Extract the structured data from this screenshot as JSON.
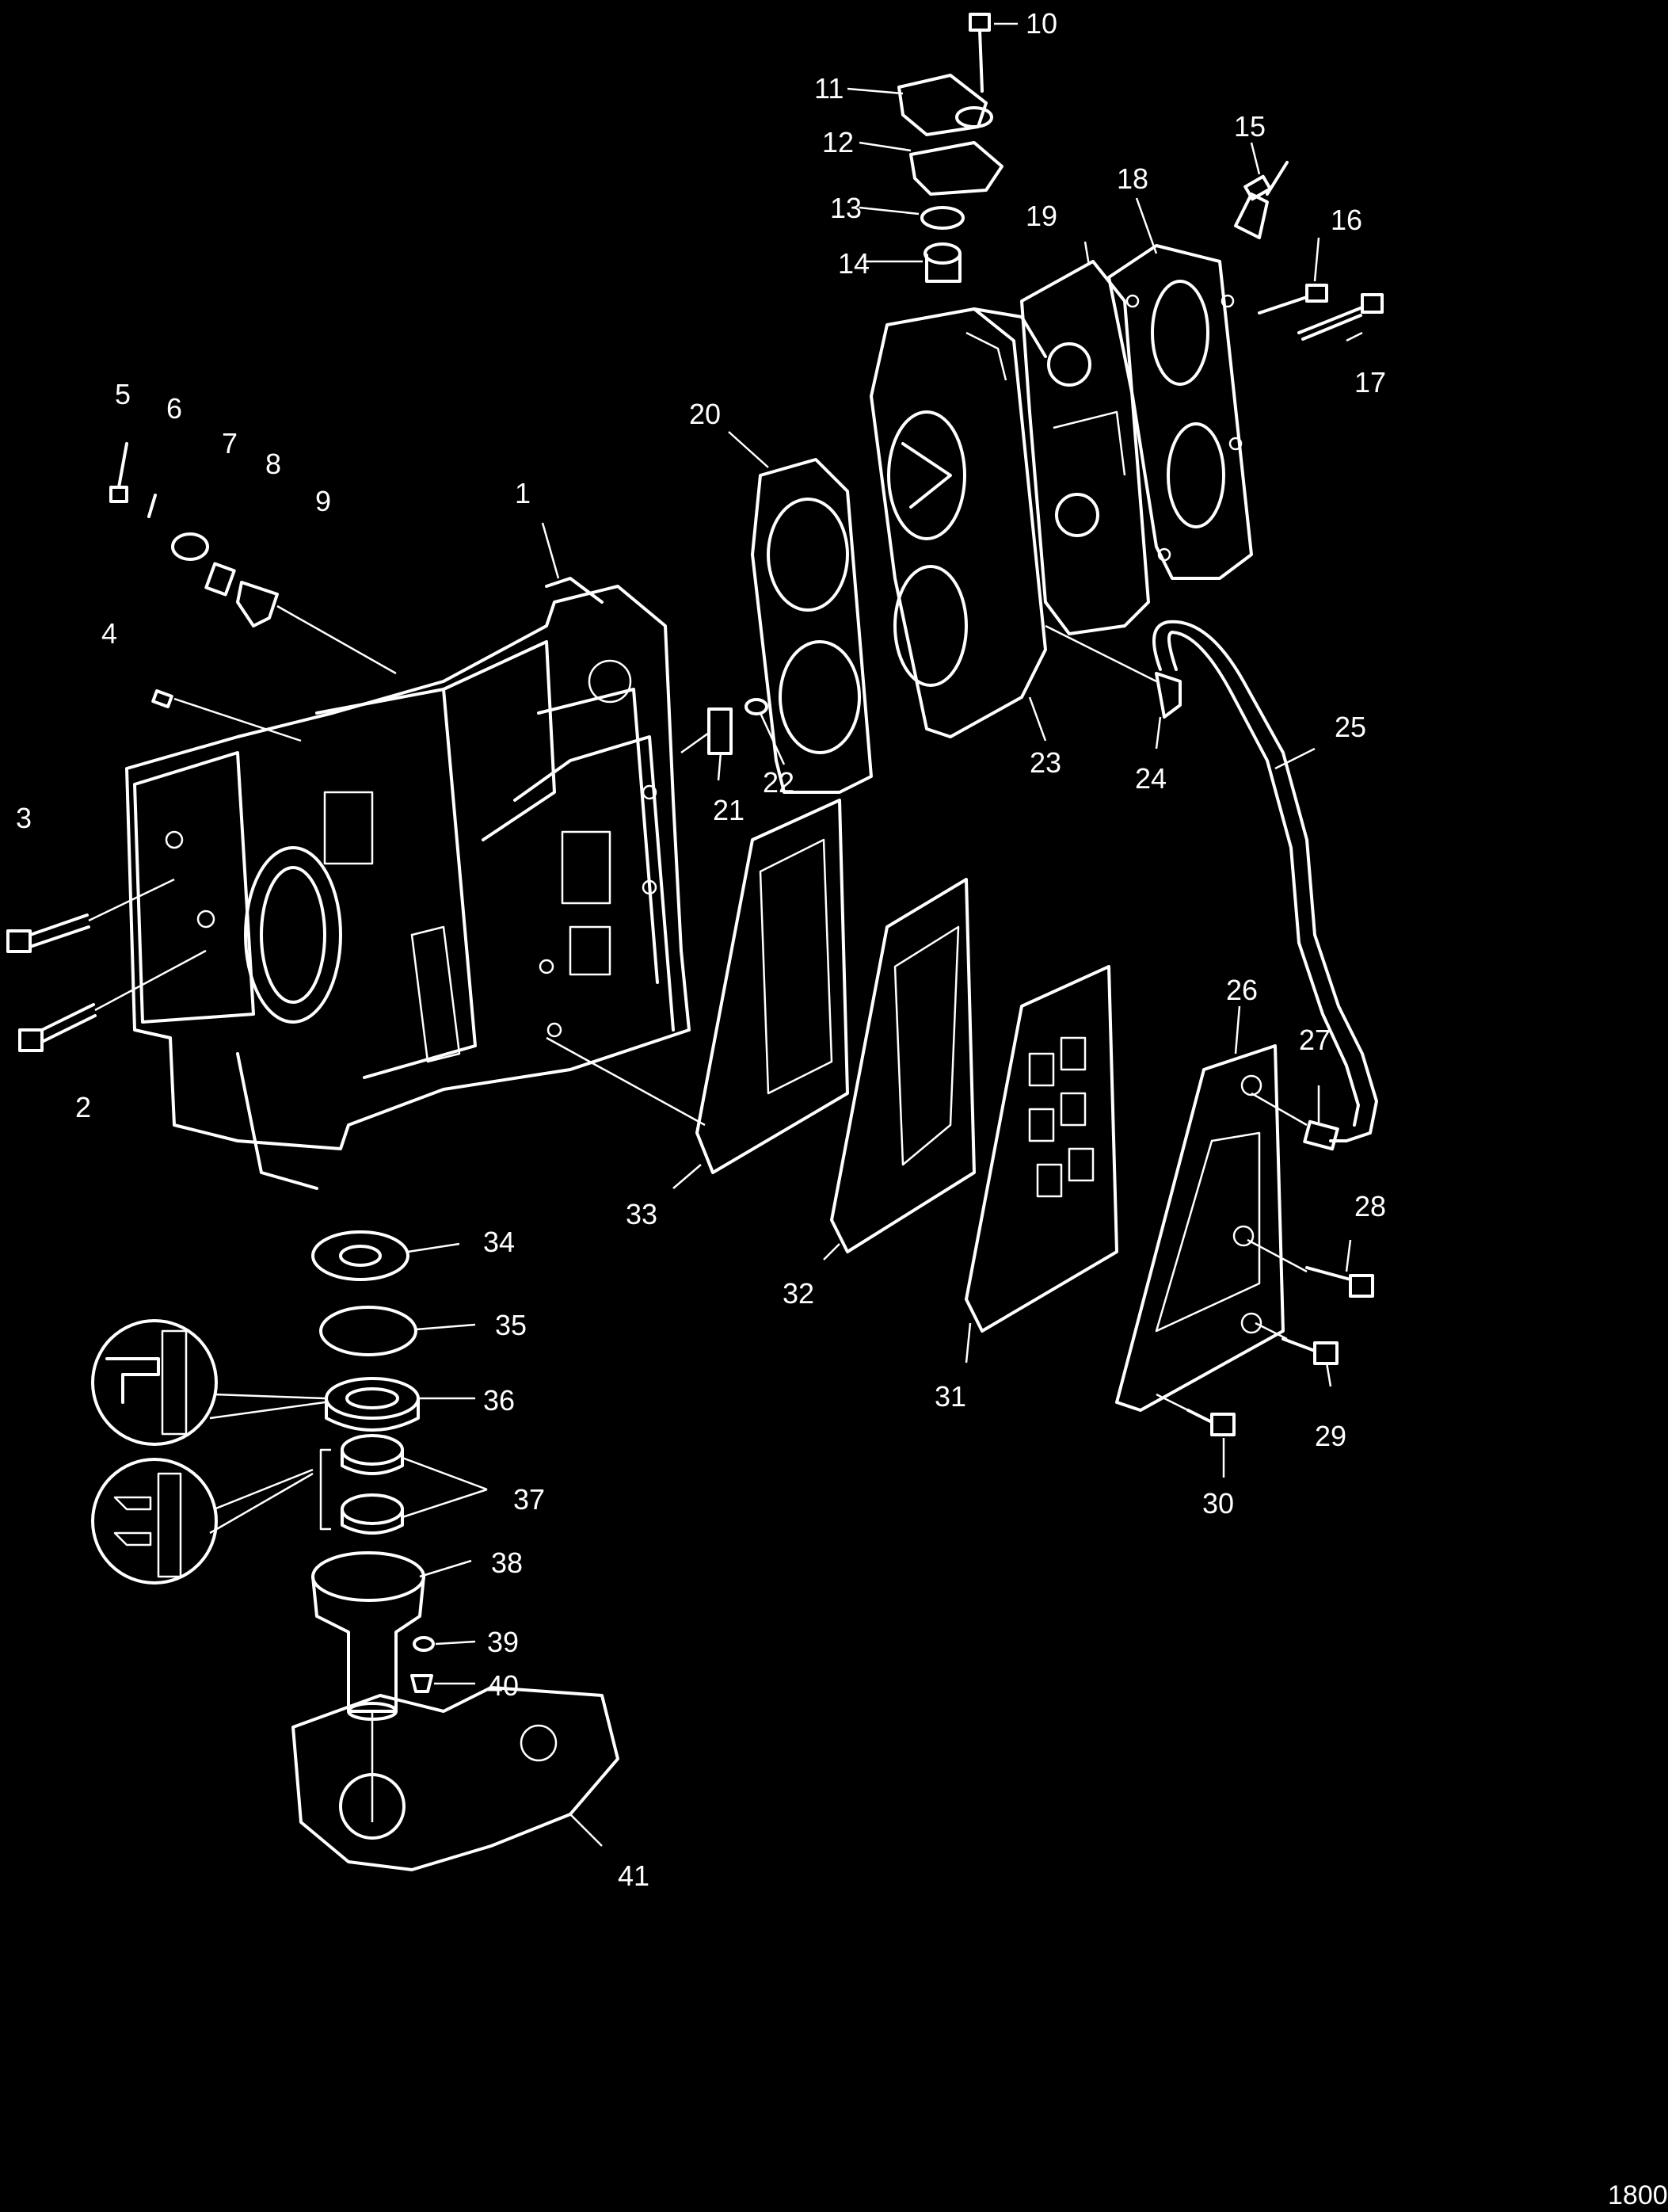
{
  "labels": [
    "1",
    "2",
    "3",
    "4",
    "5",
    "6",
    "7",
    "8",
    "9",
    "10",
    "11",
    "12",
    "13",
    "14",
    "15",
    "16",
    "17",
    "18",
    "19",
    "20",
    "21",
    "22",
    "23",
    "24",
    "25",
    "26",
    "27",
    "28",
    "29",
    "30",
    "31",
    "32",
    "33",
    "34",
    "35",
    "36",
    "37",
    "38",
    "39",
    "40",
    "41"
  ],
  "figure_number": "1800",
  "colors": {
    "background": "#000000",
    "line": "#ffffff"
  }
}
